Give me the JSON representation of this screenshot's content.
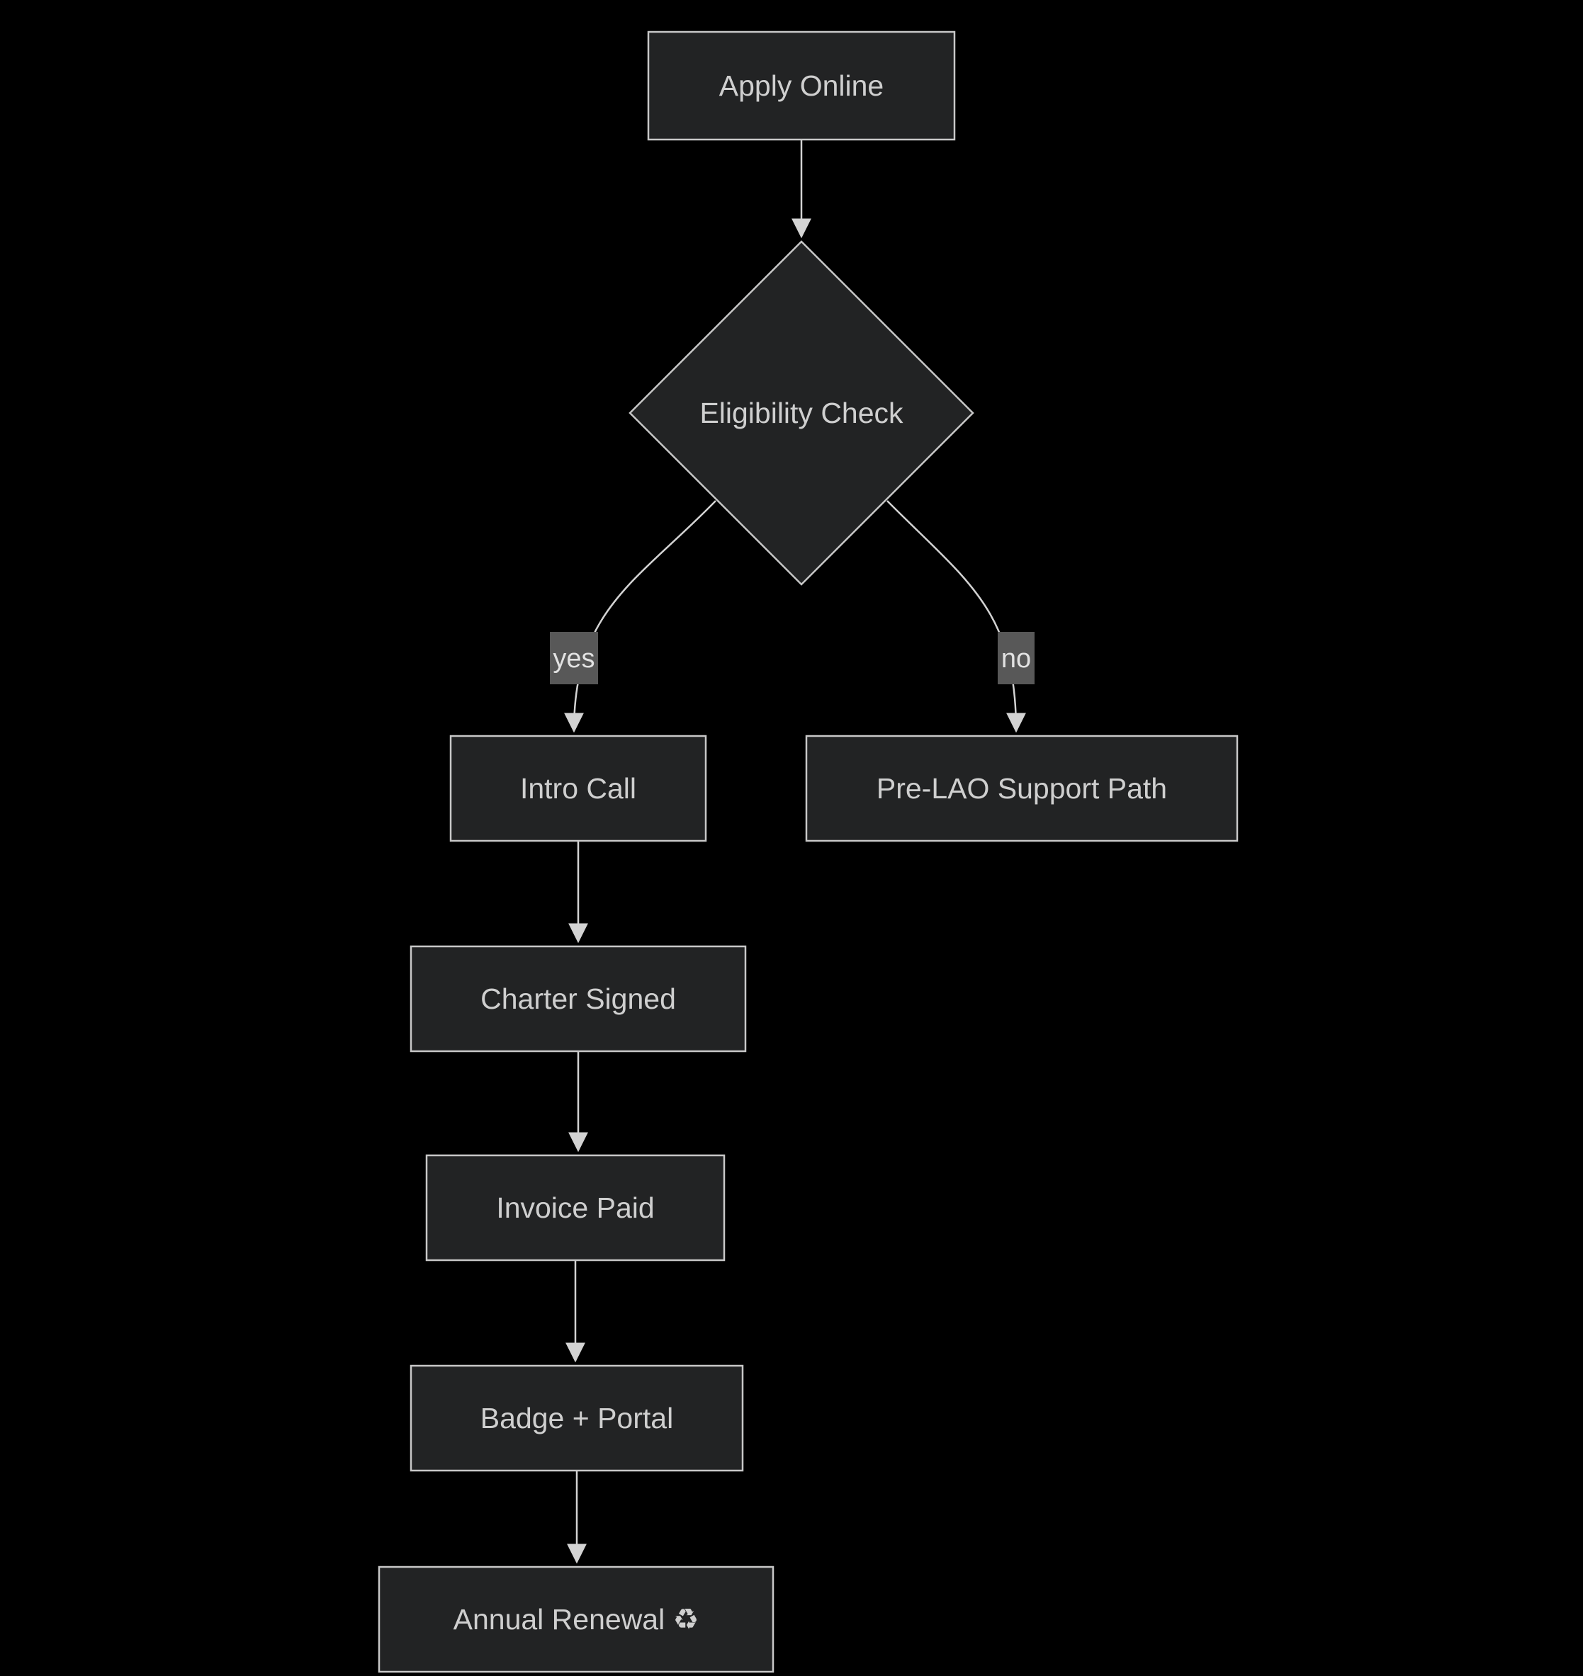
{
  "diagram": {
    "type": "flowchart",
    "direction": "top-down",
    "background_color": "#000000",
    "colors": {
      "node_fill": "#222324",
      "node_border": "#c8c8c8",
      "node_text": "#cfcfcf",
      "edge_line": "#d3d3d3",
      "edge_label_background": "#585858",
      "edge_label_text": "#e2e2e2"
    },
    "nodes": {
      "apply_online": {
        "label": "Apply Online",
        "shape": "rectangle"
      },
      "eligibility_check": {
        "label": "Eligibility Check",
        "shape": "diamond"
      },
      "intro_call": {
        "label": "Intro Call",
        "shape": "rectangle"
      },
      "pre_lao_support_path": {
        "label": "Pre-LAO Support Path",
        "shape": "rectangle"
      },
      "charter_signed": {
        "label": "Charter Signed",
        "shape": "rectangle"
      },
      "invoice_paid": {
        "label": "Invoice Paid",
        "shape": "rectangle"
      },
      "badge_portal": {
        "label": "Badge + Portal",
        "shape": "rectangle"
      },
      "annual_renewal": {
        "label": "Annual Renewal ♻",
        "shape": "rectangle"
      }
    },
    "edges": [
      {
        "from": "apply_online",
        "to": "eligibility_check",
        "label": ""
      },
      {
        "from": "eligibility_check",
        "to": "intro_call",
        "label": "yes"
      },
      {
        "from": "eligibility_check",
        "to": "pre_lao_support_path",
        "label": "no"
      },
      {
        "from": "intro_call",
        "to": "charter_signed",
        "label": ""
      },
      {
        "from": "charter_signed",
        "to": "invoice_paid",
        "label": ""
      },
      {
        "from": "invoice_paid",
        "to": "badge_portal",
        "label": ""
      },
      {
        "from": "badge_portal",
        "to": "annual_renewal",
        "label": ""
      }
    ]
  }
}
